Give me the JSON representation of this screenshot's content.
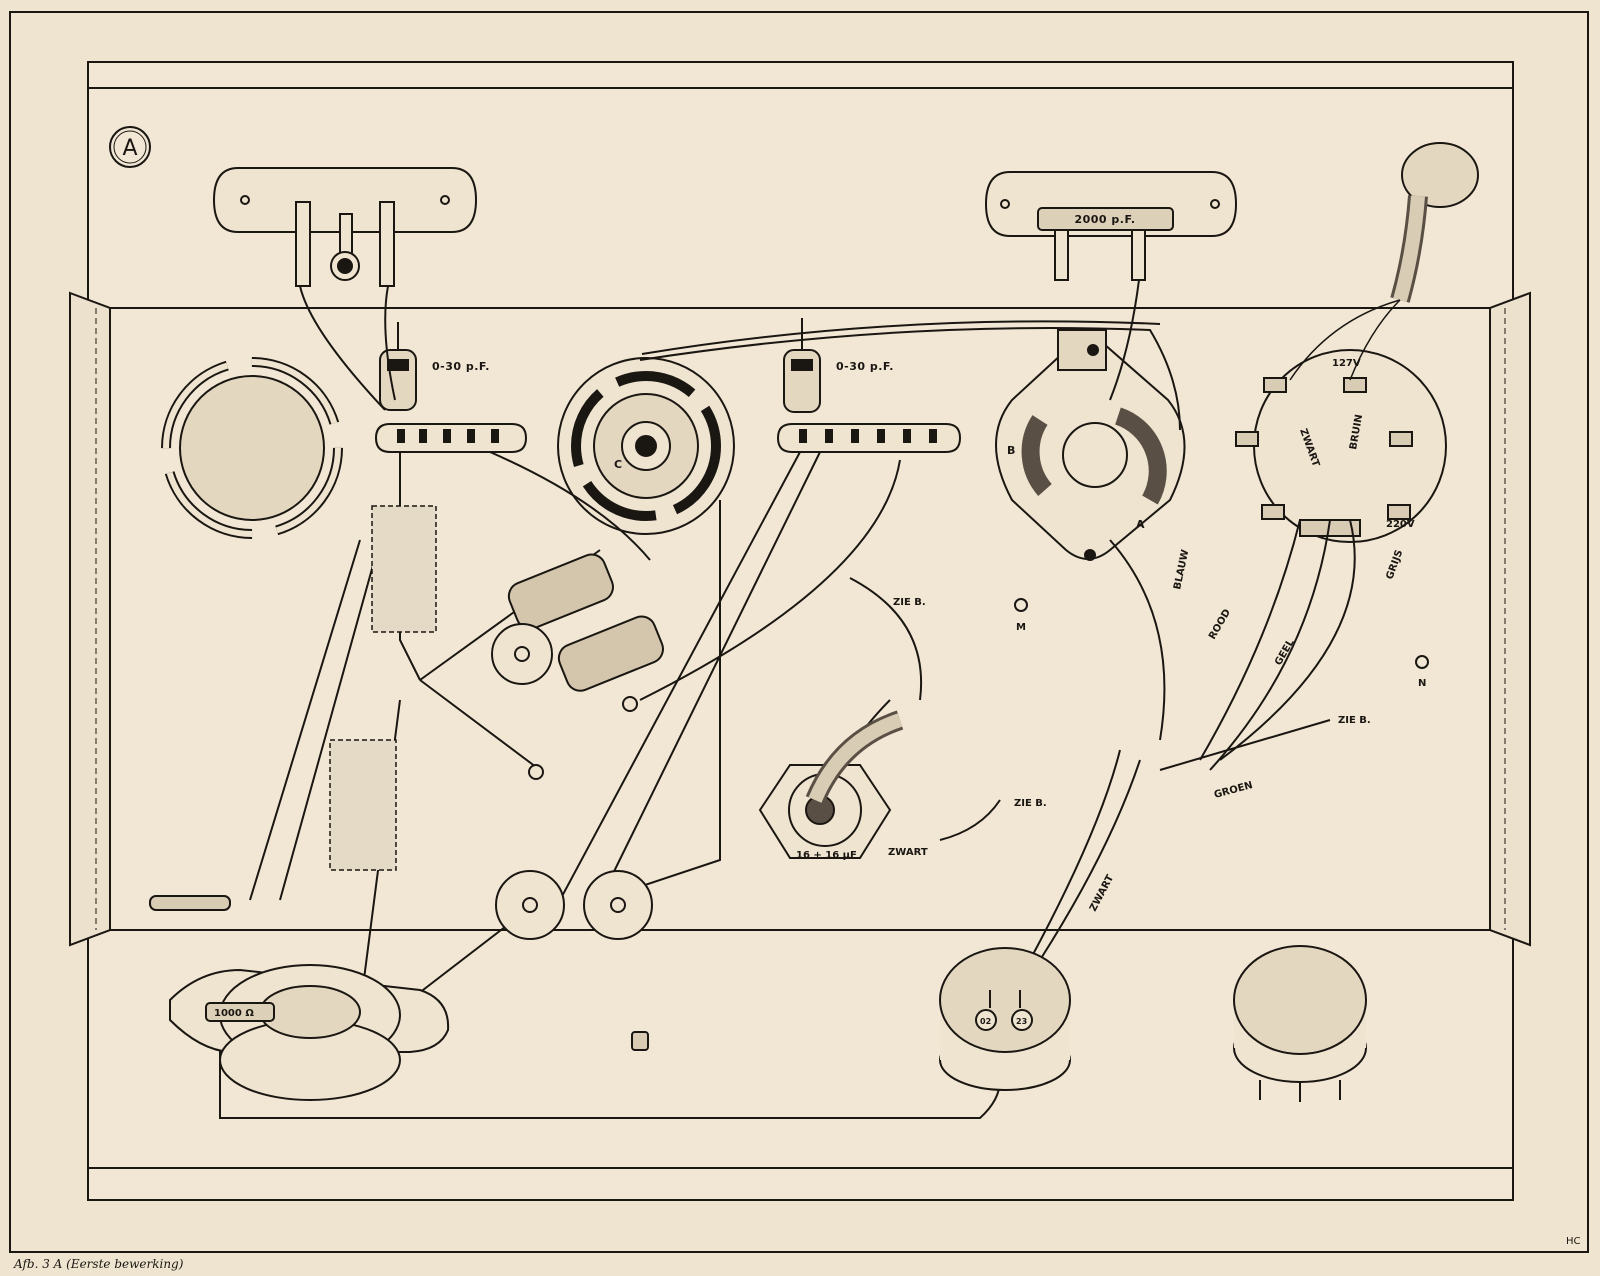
{
  "figure": {
    "marker": "A",
    "caption": "Afb. 3 A (Eerste bewerking)",
    "signature": "HC"
  },
  "components": {
    "trimmer_left": "0-30 p.F.",
    "trimmer_right": "0-30 p.F.",
    "capacitor_top": "2000 p.F.",
    "electrolytic": "16 + 16 µF",
    "resistor": "1000 Ω",
    "pot_left_a": "02",
    "pot_left_b": "23"
  },
  "terminals": {
    "tube_c": "C",
    "socket_a": "A",
    "socket_b": "B",
    "mount_m": "M",
    "mount_n": "N"
  },
  "transformer": {
    "v127": "127V",
    "v220": "220V"
  },
  "wire_labels": {
    "zie_1": "ZIE B.",
    "zie_2": "ZIE B.",
    "zie_3": "ZIE B.",
    "zwart_cap": "ZWART",
    "zwart_main": "ZWART",
    "zwart_tr": "ZWART",
    "bruin": "BRUIN",
    "grijs": "GRIJS",
    "blauw": "BLAUW",
    "rood": "ROOD",
    "geel": "GEEL",
    "groen": "GROEN"
  }
}
